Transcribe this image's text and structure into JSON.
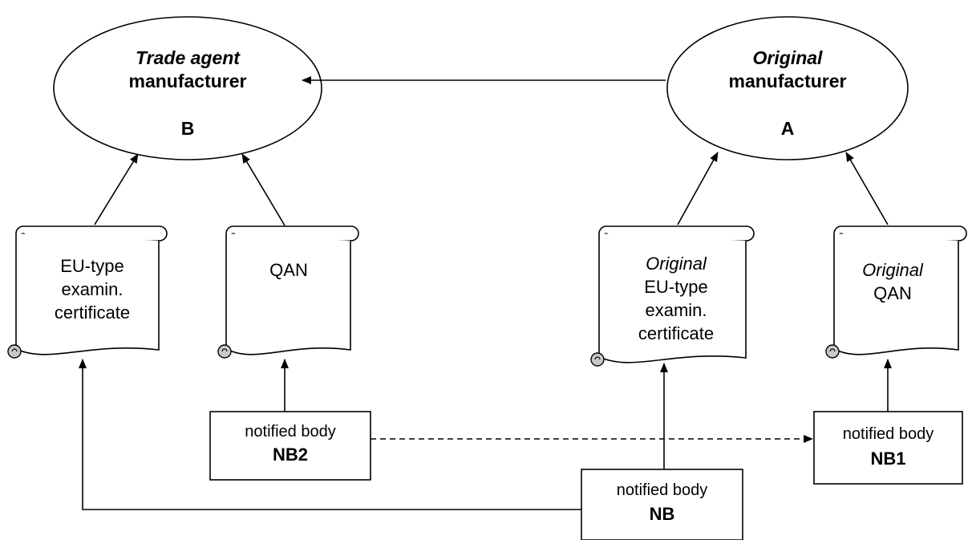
{
  "manufacturer_b": {
    "line1": "Trade agent",
    "line2": "manufacturer",
    "letter": "B"
  },
  "manufacturer_a": {
    "line1": "Original",
    "line2": "manufacturer",
    "letter": "A"
  },
  "doc_eu_cert_b": {
    "lines": [
      "EU-type",
      "examin.",
      "certificate"
    ]
  },
  "doc_qan_b": {
    "lines": [
      "QAN"
    ]
  },
  "doc_eu_cert_a": {
    "qualifier": "Original",
    "lines": [
      "EU-type",
      "examin.",
      "certificate"
    ]
  },
  "doc_qan_a": {
    "qualifier": "Original",
    "lines": [
      "QAN"
    ]
  },
  "body_nb2": {
    "caption": "notified body",
    "code": "NB2"
  },
  "body_nb1": {
    "caption": "notified body",
    "code": "NB1"
  },
  "body_nb": {
    "caption": "notified body",
    "code": "NB"
  }
}
